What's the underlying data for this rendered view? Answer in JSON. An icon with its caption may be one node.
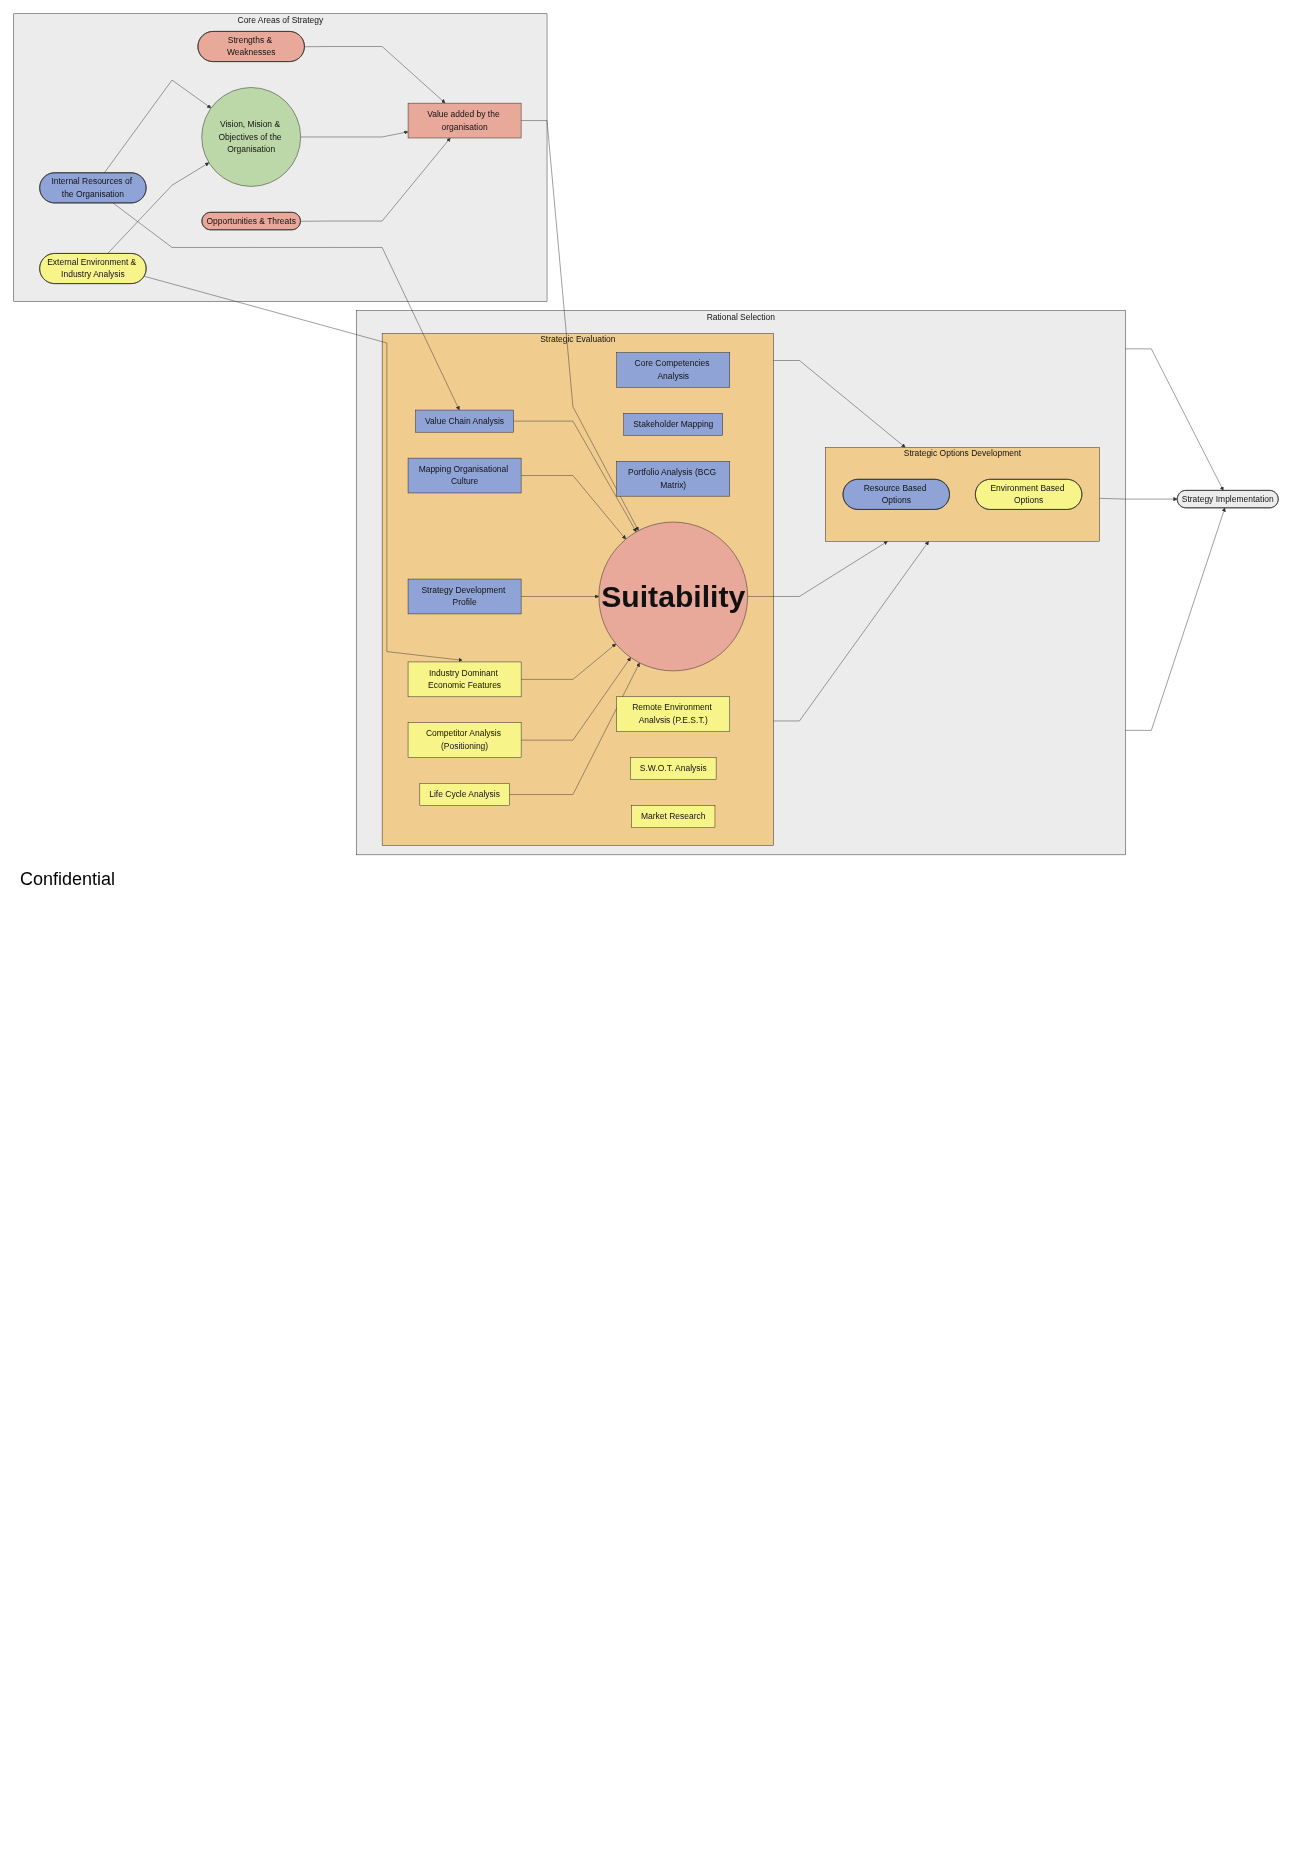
{
  "diagram": {
    "nodes": [
      {
        "text": [
          "Core Areas of Strategy"
        ]
      },
      {
        "text": [
          "Internal Resources of the Organisation"
        ],
        "in": 0
      },
      {
        "text": [
          "Strengths & Weaknesses"
        ],
        "in": 0
      },
      {
        "text": [
          "Vision, Mision & Objectives of the Organisation"
        ],
        "in": 0
      },
      {
        "text": [
          "External Environment & Industry Analysis"
        ],
        "in": 0
      },
      {
        "text": [
          "Opportunities & Threats"
        ],
        "in": 0
      },
      {
        "text": [
          "Value added by the organisation"
        ],
        "in": 0
      },
      {
        "text": [
          "Rational Selection"
        ]
      },
      {
        "text": [
          "Strategic Evaluation"
        ],
        "in": 7
      },
      {
        "text": [
          "Suitability"
        ],
        "in": 8
      },
      {
        "text": [
          "Core Competencies Analysis"
        ],
        "in": 8
      },
      {
        "text": [
          "Value Chain Analysis"
        ],
        "in": 8
      },
      {
        "text": [
          "Mapping Organisational Culture"
        ],
        "in": 8
      },
      {
        "text": [
          "Stakeholder Mapping"
        ],
        "in": 8
      },
      {
        "text": [
          "Strategy Development Profile"
        ],
        "in": 8
      },
      {
        "text": [
          "Portfolio Analysis (BCG Matrix)"
        ],
        "in": 8
      },
      {
        "text": [
          "Remote Environment Analvsis (P.E.S.T.)"
        ],
        "in": 8
      },
      {
        "text": [
          "Industry Dominant Economic Features"
        ],
        "in": 8
      },
      {
        "text": [
          "Competitor Analysis (Positioning)"
        ],
        "in": 8
      },
      {
        "text": [
          "Life Cycle Analysis"
        ],
        "in": 8
      },
      {
        "text": [
          "S.W.O.T. Analysis"
        ],
        "in": 8
      },
      {
        "text": [
          "Market Research"
        ],
        "in": 8
      },
      {
        "text": [
          "Strategic Options Development"
        ],
        "in": 7
      },
      {
        "text": [
          "Resource Based Options"
        ],
        "in": 22
      },
      {
        "text": [
          "Environment Based Options"
        ],
        "in": 22
      },
      {
        "text": [
          "Strategy Implementation"
        ]
      }
    ],
    "edges": [
      {
        "from": 1,
        "to": 3,
        "arrow": "to"
      },
      {
        "from": 4,
        "to": 3,
        "arrow": "to"
      },
      {
        "from": 2,
        "to": 6,
        "arrow": "to"
      },
      {
        "from": 3,
        "to": 6,
        "arrow": "to"
      },
      {
        "from": 5,
        "to": 6,
        "arrow": "to"
      },
      {
        "from": 1,
        "to": 11,
        "arrow": "to"
      },
      {
        "from": 4,
        "to": 17,
        "arrow": "to"
      },
      {
        "from": 6,
        "to": 9,
        "arrow": "to"
      },
      {
        "from": 11,
        "to": 9,
        "arrow": "to"
      },
      {
        "from": 12,
        "to": 9,
        "arrow": "to"
      },
      {
        "from": 14,
        "to": 9,
        "arrow": "to"
      },
      {
        "from": 17,
        "to": 9,
        "arrow": "to"
      },
      {
        "from": 18,
        "to": 9,
        "arrow": "to"
      },
      {
        "from": 19,
        "to": 9,
        "arrow": "to"
      },
      {
        "from": 8,
        "to": 22,
        "arrow": "to"
      },
      {
        "from": 9,
        "to": 22,
        "arrow": "to"
      },
      {
        "from": 8,
        "to": 22,
        "arrow": "to"
      },
      {
        "from": 7,
        "to": 25,
        "arrow": "to"
      },
      {
        "from": 22,
        "to": 25,
        "arrow": "to"
      },
      {
        "from": 7,
        "to": 25,
        "arrow": "to"
      }
    ],
    "labels": [
      "Confidential"
    ]
  }
}
